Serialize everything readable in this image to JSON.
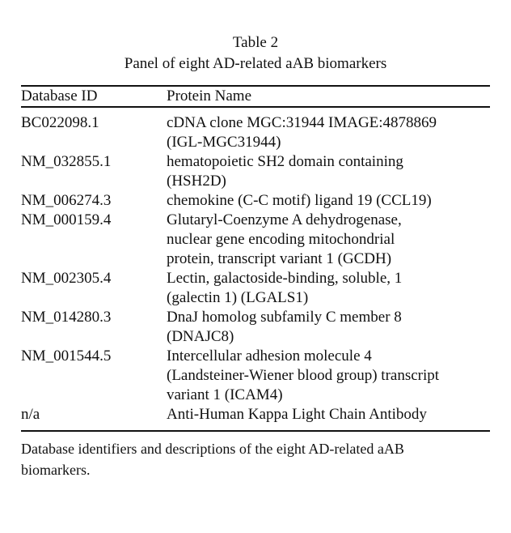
{
  "document": {
    "caption_label": "Table 2",
    "caption_title": "Panel of eight AD-related aAB biomarkers"
  },
  "table": {
    "columns": [
      {
        "key": "database_id",
        "header": "Database ID"
      },
      {
        "key": "protein_name",
        "header": "Protein Name"
      }
    ],
    "rows": [
      {
        "database_id": "BC022098.1",
        "protein_name_lines": [
          "cDNA clone MGC:31944 IMAGE:4878869",
          "(IGL-MGC31944)"
        ]
      },
      {
        "database_id": "NM_032855.1",
        "protein_name_lines": [
          "hematopoietic SH2 domain containing",
          "(HSH2D)"
        ]
      },
      {
        "database_id": "NM_006274.3",
        "protein_name_lines": [
          "chemokine (C-C motif) ligand 19 (CCL19)"
        ]
      },
      {
        "database_id": "NM_000159.4",
        "protein_name_lines": [
          "Glutaryl-Coenzyme A dehydrogenase,",
          "nuclear gene encoding mitochondrial",
          "protein, transcript variant 1 (GCDH)"
        ]
      },
      {
        "database_id": "NM_002305.4",
        "protein_name_lines": [
          "Lectin, galactoside-binding, soluble, 1",
          "(galectin 1) (LGALS1)"
        ]
      },
      {
        "database_id": "NM_014280.3",
        "protein_name_lines": [
          "DnaJ homolog subfamily C member 8",
          "(DNAJC8)"
        ]
      },
      {
        "database_id": "NM_001544.5",
        "protein_name_lines": [
          "Intercellular adhesion molecule 4",
          "(Landsteiner-Wiener blood group) transcript",
          "variant 1 (ICAM4)"
        ]
      },
      {
        "database_id": "n/a",
        "protein_name_lines": [
          "Anti-Human Kappa Light Chain Antibody"
        ]
      }
    ]
  },
  "footnote": {
    "lines": [
      "Database identifiers and descriptions of the eight AD-related aAB",
      "biomarkers."
    ]
  },
  "colors": {
    "text": "#111111",
    "rule": "#111111",
    "background": "#ffffff"
  }
}
